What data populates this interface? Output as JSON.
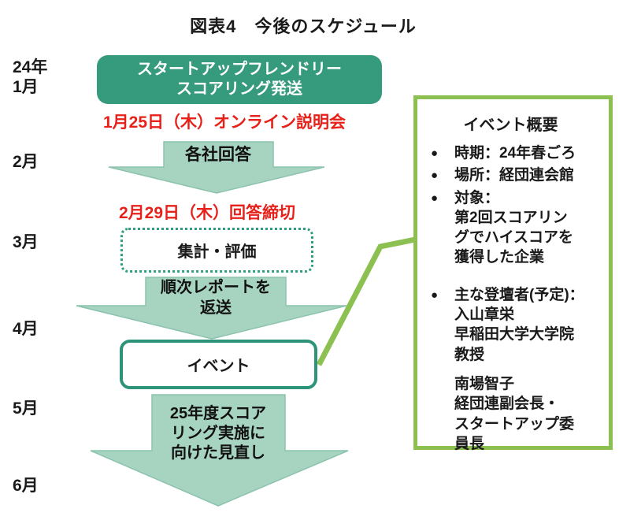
{
  "figure_title": "図表4　今後のスケジュール",
  "timeline_months": [
    "24年\n1月",
    "2月",
    "3月",
    "4月",
    "5月",
    "6月"
  ],
  "flow": {
    "start_box": "スタートアップフレンドリー\nスコアリング発送",
    "online_briefing_note": "1月25日（木）オンライン説明会",
    "arrow_company_responses": "各社回答",
    "response_deadline_note": "2月29日（木）回答締切",
    "tally_evaluation_box": "集計・評価",
    "arrow_return_reports": "順次レポートを\n返送",
    "event_box": "イベント",
    "arrow_fy25_review": "25年度スコア\nリング実施に\n向けた見直し"
  },
  "event_panel": {
    "title": "イベント概要",
    "bullet_glyph": "●",
    "items": [
      {
        "text": "時期：24年春ごろ"
      },
      {
        "text": "場所：経団連会館"
      },
      {
        "text": "対象：\n第2回スコアリン\nグでハイスコアを\n獲得した企業"
      },
      {
        "text": "主な登壇者(予定)：\n入山章栄\n早稲田大学大学院\n教授",
        "text_continued": "南場智子\n経団連副会長・\nスタートアップ委\n員長"
      }
    ]
  },
  "colors": {
    "teal_fill": "#369a7d",
    "teal_border": "#2d9379",
    "mint_arrow_fill": "#a7d3c1",
    "mint_arrow_edge": "#8cc3ae",
    "olive_green": "#8cc152",
    "note_red": "#e7211a"
  }
}
